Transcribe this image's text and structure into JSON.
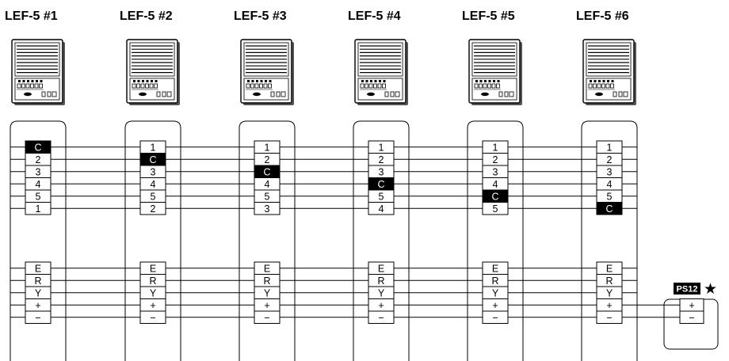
{
  "units": [
    {
      "label": "LEF-5 #1",
      "call_terminals": [
        "C",
        "2",
        "3",
        "4",
        "5",
        "1"
      ],
      "common_index": 0
    },
    {
      "label": "LEF-5 #2",
      "call_terminals": [
        "1",
        "C",
        "3",
        "4",
        "5",
        "2"
      ],
      "common_index": 1
    },
    {
      "label": "LEF-5 #3",
      "call_terminals": [
        "1",
        "2",
        "C",
        "4",
        "5",
        "3"
      ],
      "common_index": 2
    },
    {
      "label": "LEF-5 #4",
      "call_terminals": [
        "1",
        "2",
        "3",
        "C",
        "5",
        "4"
      ],
      "common_index": 3
    },
    {
      "label": "LEF-5 #5",
      "call_terminals": [
        "1",
        "2",
        "3",
        "4",
        "C",
        "5"
      ],
      "common_index": 4
    },
    {
      "label": "LEF-5 #6",
      "call_terminals": [
        "1",
        "2",
        "3",
        "4",
        "5",
        "C"
      ],
      "common_index": 5
    }
  ],
  "control_terminals": [
    "E",
    "R",
    "Y",
    "+",
    "−"
  ],
  "power_supply": {
    "label": "PS12",
    "marker": "★",
    "terminals": [
      "+",
      "−"
    ]
  }
}
